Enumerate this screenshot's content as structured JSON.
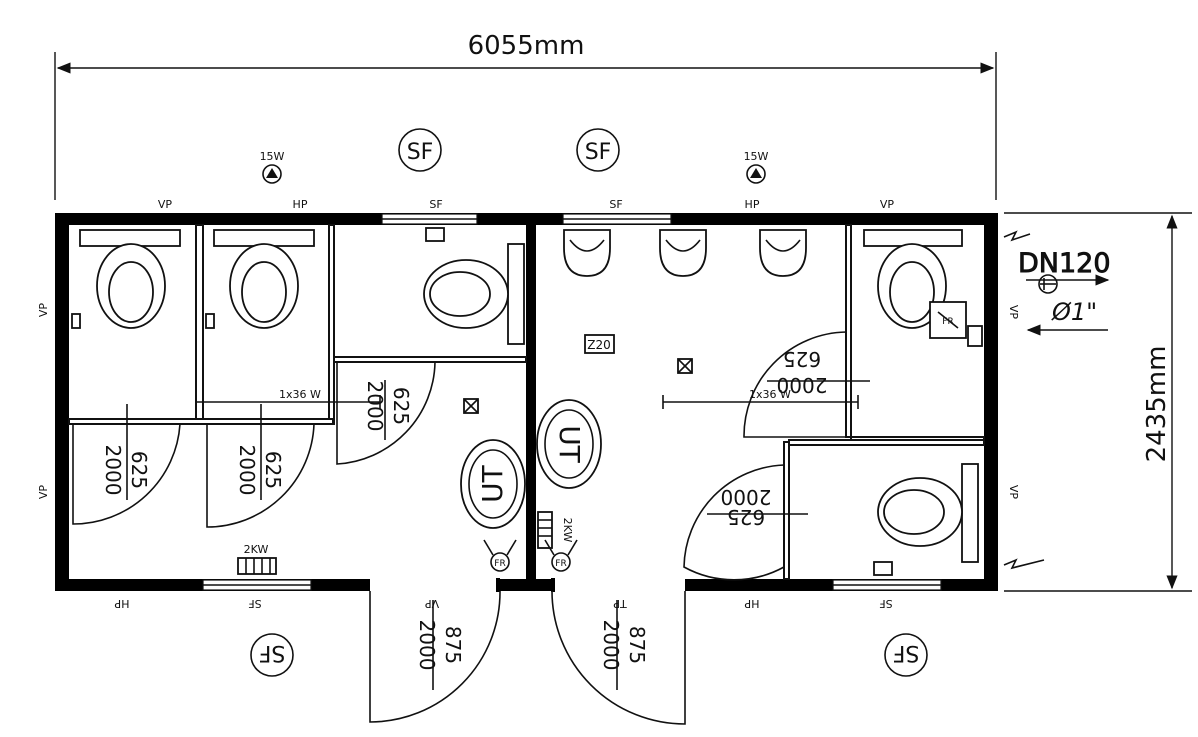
{
  "dimensions": {
    "width": "6055mm",
    "height": "2435mm"
  },
  "pipe": {
    "dn": "DN120",
    "dia": "Ø1\""
  },
  "lamp": "15W",
  "circle_label": "SF",
  "wall_labels": {
    "vp": "VP",
    "hp": "HP",
    "sf": "SF",
    "tp": "TP"
  },
  "light_fixture": "1x36 W",
  "heater": "2KW",
  "fr": "FR",
  "z20": "Z20",
  "urinal_tag": "UT",
  "door_small": {
    "w": "625",
    "h": "2000"
  },
  "door_main": {
    "w": "875",
    "h": "2000"
  }
}
